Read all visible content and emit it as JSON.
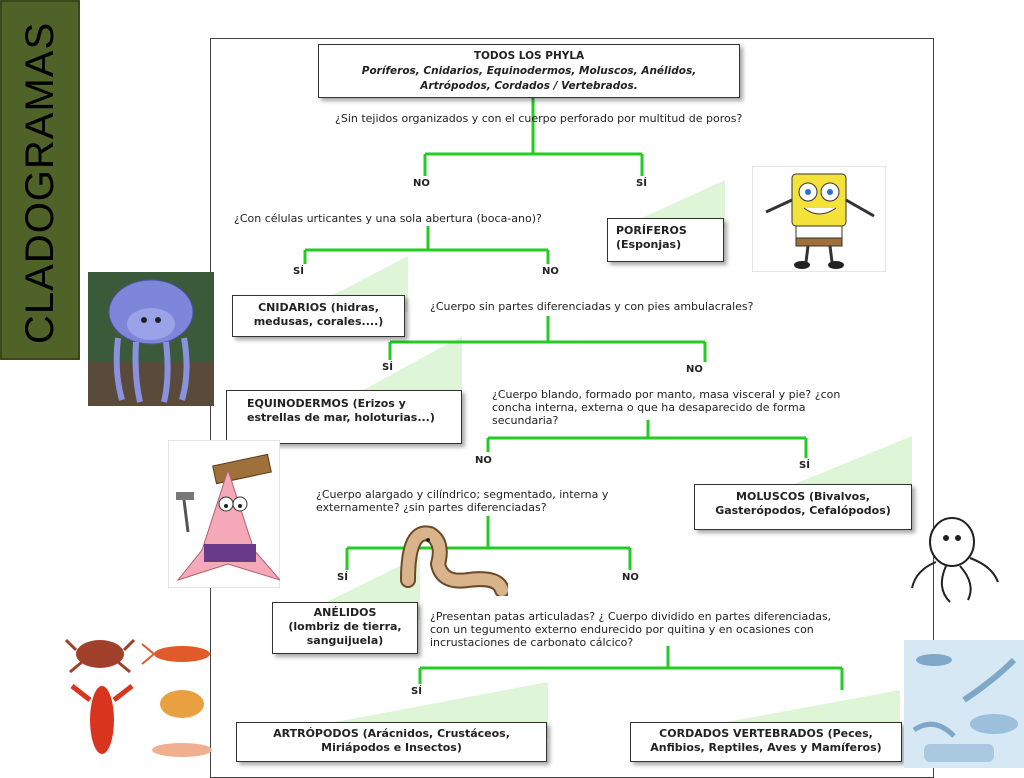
{
  "sidebar": {
    "title": "CLADOGRAMAS"
  },
  "root": {
    "title": "TODOS LOS PHYLA",
    "line1": "Poríferos, Cnidarios, Equinodermos, Moluscos, Anélidos,",
    "line2": "Artrópodos, Cordados / Vertebrados."
  },
  "questions": {
    "q1": "¿Sin tejidos organizados y con el  cuerpo perforado por multitud de poros?",
    "q2": "¿Con células urticantes y una sola abertura (boca-ano)?",
    "q3": "¿Cuerpo sin partes diferenciadas y con pies ambulacrales?",
    "q4_l1": "¿Cuerpo blando, formado por manto, masa visceral y pie? ¿con",
    "q4_l2": "concha  interna,  externa  o  que  ha  desaparecido  de  forma",
    "q4_l3": "secundaria?",
    "q5_l1": "¿Cuerpo  alargado  y  cilíndrico;  segmentado,  interna  y",
    "q5_l2": "externamente? ¿sin partes diferenciadas?",
    "q6_l1": "¿Presentan patas articuladas? ¿ Cuerpo dividido en partes diferenciadas,",
    "q6_l2": "con un tegumento externo endurecido por quitina y en ocasiones   con",
    "q6_l3": "incrustaciones de carbonato cálcico?"
  },
  "labels": {
    "no1": "NO",
    "si1": "SÍ",
    "si2": "SÍ",
    "no2": "NO",
    "si3": "SÍ",
    "no3": "NO",
    "no4": "NO",
    "si4": "SÍ",
    "si5": "SÍ",
    "no5": "NO",
    "si6": "SÍ"
  },
  "taxa": {
    "poriferos_l1": "PORÍFEROS",
    "poriferos_l2": "(Esponjas)",
    "cnidarios_l1": "CNIDARIOS (hidras,",
    "cnidarios_l2": "medusas, corales....)",
    "equinodermos_l1": "EQUINODERMOS (Erizos y",
    "equinodermos_l2": "estrellas de mar, holoturias...)",
    "moluscos_l1": "MOLUSCOS (Bivalvos,",
    "moluscos_l2": "Gasterópodos, Cefalópodos)",
    "anelidos_l1": "ANÉLIDOS",
    "anelidos_l2": "(lombriz de tierra,",
    "anelidos_l3": "sanguijuela)",
    "artropodos_l1": "ARTRÓPODOS (Arácnidos, Crustáceos,",
    "artropodos_l2": "Miriápodos e Insectos)",
    "cordados_l1": "CORDADOS VERTEBRADOS (Peces,",
    "cordados_l2": "Anfibios, Reptiles, Aves  y Mamíferos)"
  },
  "colors": {
    "branch": "#22cc22",
    "wedge": "#dff5d8",
    "sidebar": "#4f6228"
  },
  "images": [
    "sponge-character",
    "jellyfish-image",
    "starfish-character",
    "worm-drawing",
    "octopus-drawing",
    "crustaceans-image",
    "vertebrate-fossils-image"
  ]
}
